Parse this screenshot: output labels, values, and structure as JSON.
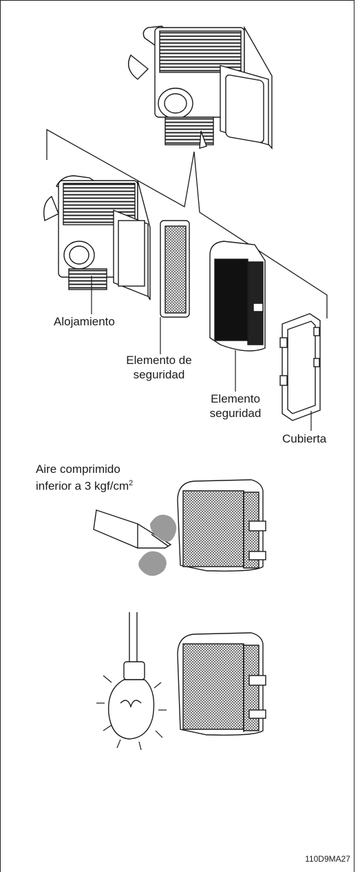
{
  "labels": {
    "housing": "Alojamiento",
    "safety_element_1": "Elemento de",
    "safety_element_2": "seguridad",
    "element_1": "Elemento",
    "element_2": "seguridad",
    "cover": "Cubierta",
    "air_line1": "Aire comprimido",
    "air_line2": "inferior a 3 kgf/cm",
    "air_sup": "2"
  },
  "figure_code": "110D9MA27"
}
